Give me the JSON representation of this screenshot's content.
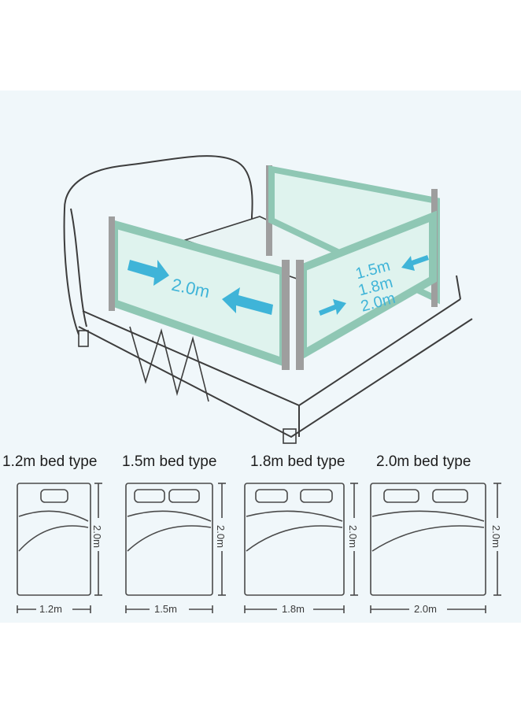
{
  "hero": {
    "rail_left_size": "2.0m",
    "rail_right_sizes": [
      "1.5m",
      "1.8m",
      "2.0m"
    ]
  },
  "bed_types": [
    {
      "label": "1.2m bed type",
      "width": "1.2m",
      "length": "2.0m",
      "pillows": 1
    },
    {
      "label": "1.5m bed type",
      "width": "1.5m",
      "length": "2.0m",
      "pillows": 2
    },
    {
      "label": "1.8m bed type",
      "width": "1.8m",
      "length": "2.0m",
      "pillows": 2
    },
    {
      "label": "2.0m bed type",
      "width": "2.0m",
      "length": "2.0m",
      "pillows": 2
    }
  ],
  "colors": {
    "rail_green": "#8fc7b4",
    "rail_panel": "#dff3ee",
    "arrow_blue": "#3fb4d8",
    "background": "#f0f7fa"
  }
}
